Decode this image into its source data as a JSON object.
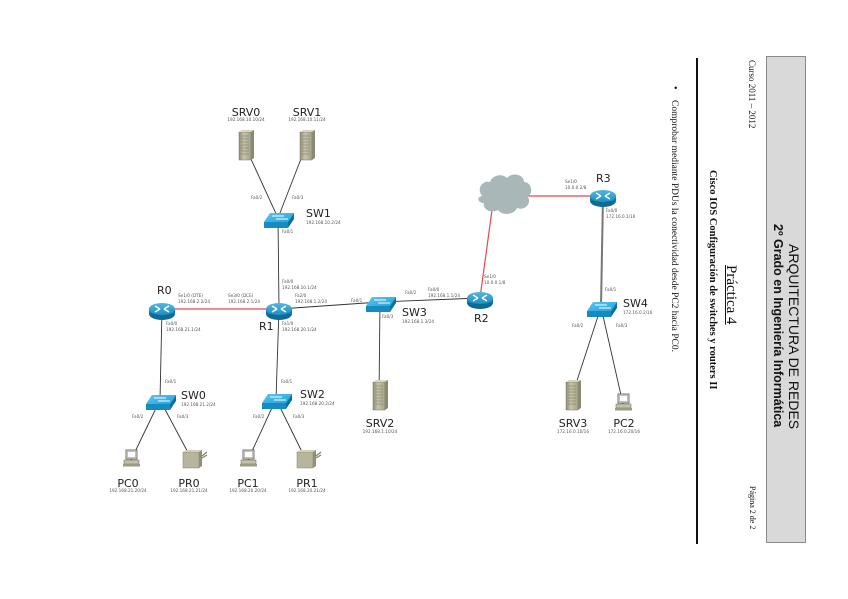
{
  "header": {
    "title": "ARQUITECTURA DE REDES",
    "subtitle": "2º Grado en Ingeniería Informática",
    "course": "Curso 2011 – 2012",
    "page": "Página 2 de 2"
  },
  "document": {
    "heading": "Práctica 4",
    "subheading": "Cisco IOS Configuración de switches y routers II",
    "bullet": "Comprobar mediante PDUs la conectividad desde PC2 hacia PC0."
  },
  "diagram": {
    "nodes": {
      "R0": {
        "label": "R0"
      },
      "R1": {
        "label": "R1"
      },
      "R2": {
        "label": "R2"
      },
      "R3": {
        "label": "R3"
      },
      "SW0": {
        "label": "SW0",
        "ip": "192.168.21.2/24"
      },
      "SW1": {
        "label": "SW1",
        "ip": "192.168.10.2/24"
      },
      "SW2": {
        "label": "SW2",
        "ip": "192.168.20.2/24"
      },
      "SW3": {
        "label": "SW3",
        "ip": "192.168.1.3/24"
      },
      "SW4": {
        "label": "SW4",
        "ip": "172.16.0.2/16"
      },
      "SRV0": {
        "label": "SRV0",
        "ip": "192.168.10.10/24"
      },
      "SRV1": {
        "label": "SRV1",
        "ip": "192.168.10.11/24"
      },
      "SRV2": {
        "label": "SRV2",
        "ip": "192.168.1.10/24"
      },
      "SRV3": {
        "label": "SRV3",
        "ip": "172.16.0.10/16"
      },
      "PC0": {
        "label": "PC0",
        "ip": "192.168.21.20/24"
      },
      "PR0": {
        "label": "PR0",
        "ip": "192.168.21.21/24"
      },
      "PC1": {
        "label": "PC1",
        "ip": "192.168.20.20/24"
      },
      "PR1": {
        "label": "PR1",
        "ip": "192.168.20.21/24"
      },
      "PC2": {
        "label": "PC2",
        "ip": "172.16.0.20/16"
      }
    },
    "interfaces": {
      "r0_se": {
        "port": "Se1/0 (DTE)",
        "ip": "192.168.2.2/24"
      },
      "r0_fa": {
        "port": "Fa0/0",
        "ip": "192.168.21.1/24"
      },
      "r1_se": {
        "port": "Se3/0 (DCE)",
        "ip": "192.168.2.1/24"
      },
      "r1_fa0": {
        "port": "Fa0/0",
        "ip": "192.168.10.1/24"
      },
      "r1_fa2": {
        "port": "Fa2/0",
        "ip": "192.168.1.2/24"
      },
      "r1_fa1": {
        "port": "Fa1/0",
        "ip": "192.168.20.1/24"
      },
      "r2_fa": {
        "port": "Fa0/0",
        "ip": "192.168.1.1/24"
      },
      "r2_se": {
        "port": "Se1/0",
        "ip": "10.0.0.1/8"
      },
      "r3_se": {
        "port": "Se1/0",
        "ip": "10.0.0.2/8"
      },
      "r3_fa": {
        "port": "Fa0/0",
        "ip": "172.16.0.1/16"
      },
      "sw0_up": {
        "port": "Fa0/1"
      },
      "sw0_a": {
        "port": "Fa0/2"
      },
      "sw0_b": {
        "port": "Fa0/3"
      },
      "sw1_up": {
        "port": "Fa0/1"
      },
      "sw1_a": {
        "port": "Fa0/2"
      },
      "sw1_b": {
        "port": "Fa0/3"
      },
      "sw2_up": {
        "port": "Fa0/1"
      },
      "sw2_a": {
        "port": "Fa0/2"
      },
      "sw2_b": {
        "port": "Fa0/3"
      },
      "sw3_l": {
        "port": "Fa0/1"
      },
      "sw3_r": {
        "port": "Fa0/2"
      },
      "sw3_d": {
        "port": "Fa0/3"
      },
      "sw4_up": {
        "port": "Fa0/1"
      },
      "sw4_a": {
        "port": "Fa0/2"
      },
      "sw4_b": {
        "port": "Fa0/3"
      }
    },
    "colors": {
      "serial_link": "#e8474c",
      "ethernet_link": "#333333",
      "router": "#1b8fc4",
      "switch": "#1ea4dc",
      "cloud": "#a9b7b9",
      "server": "#b5b29a"
    }
  }
}
